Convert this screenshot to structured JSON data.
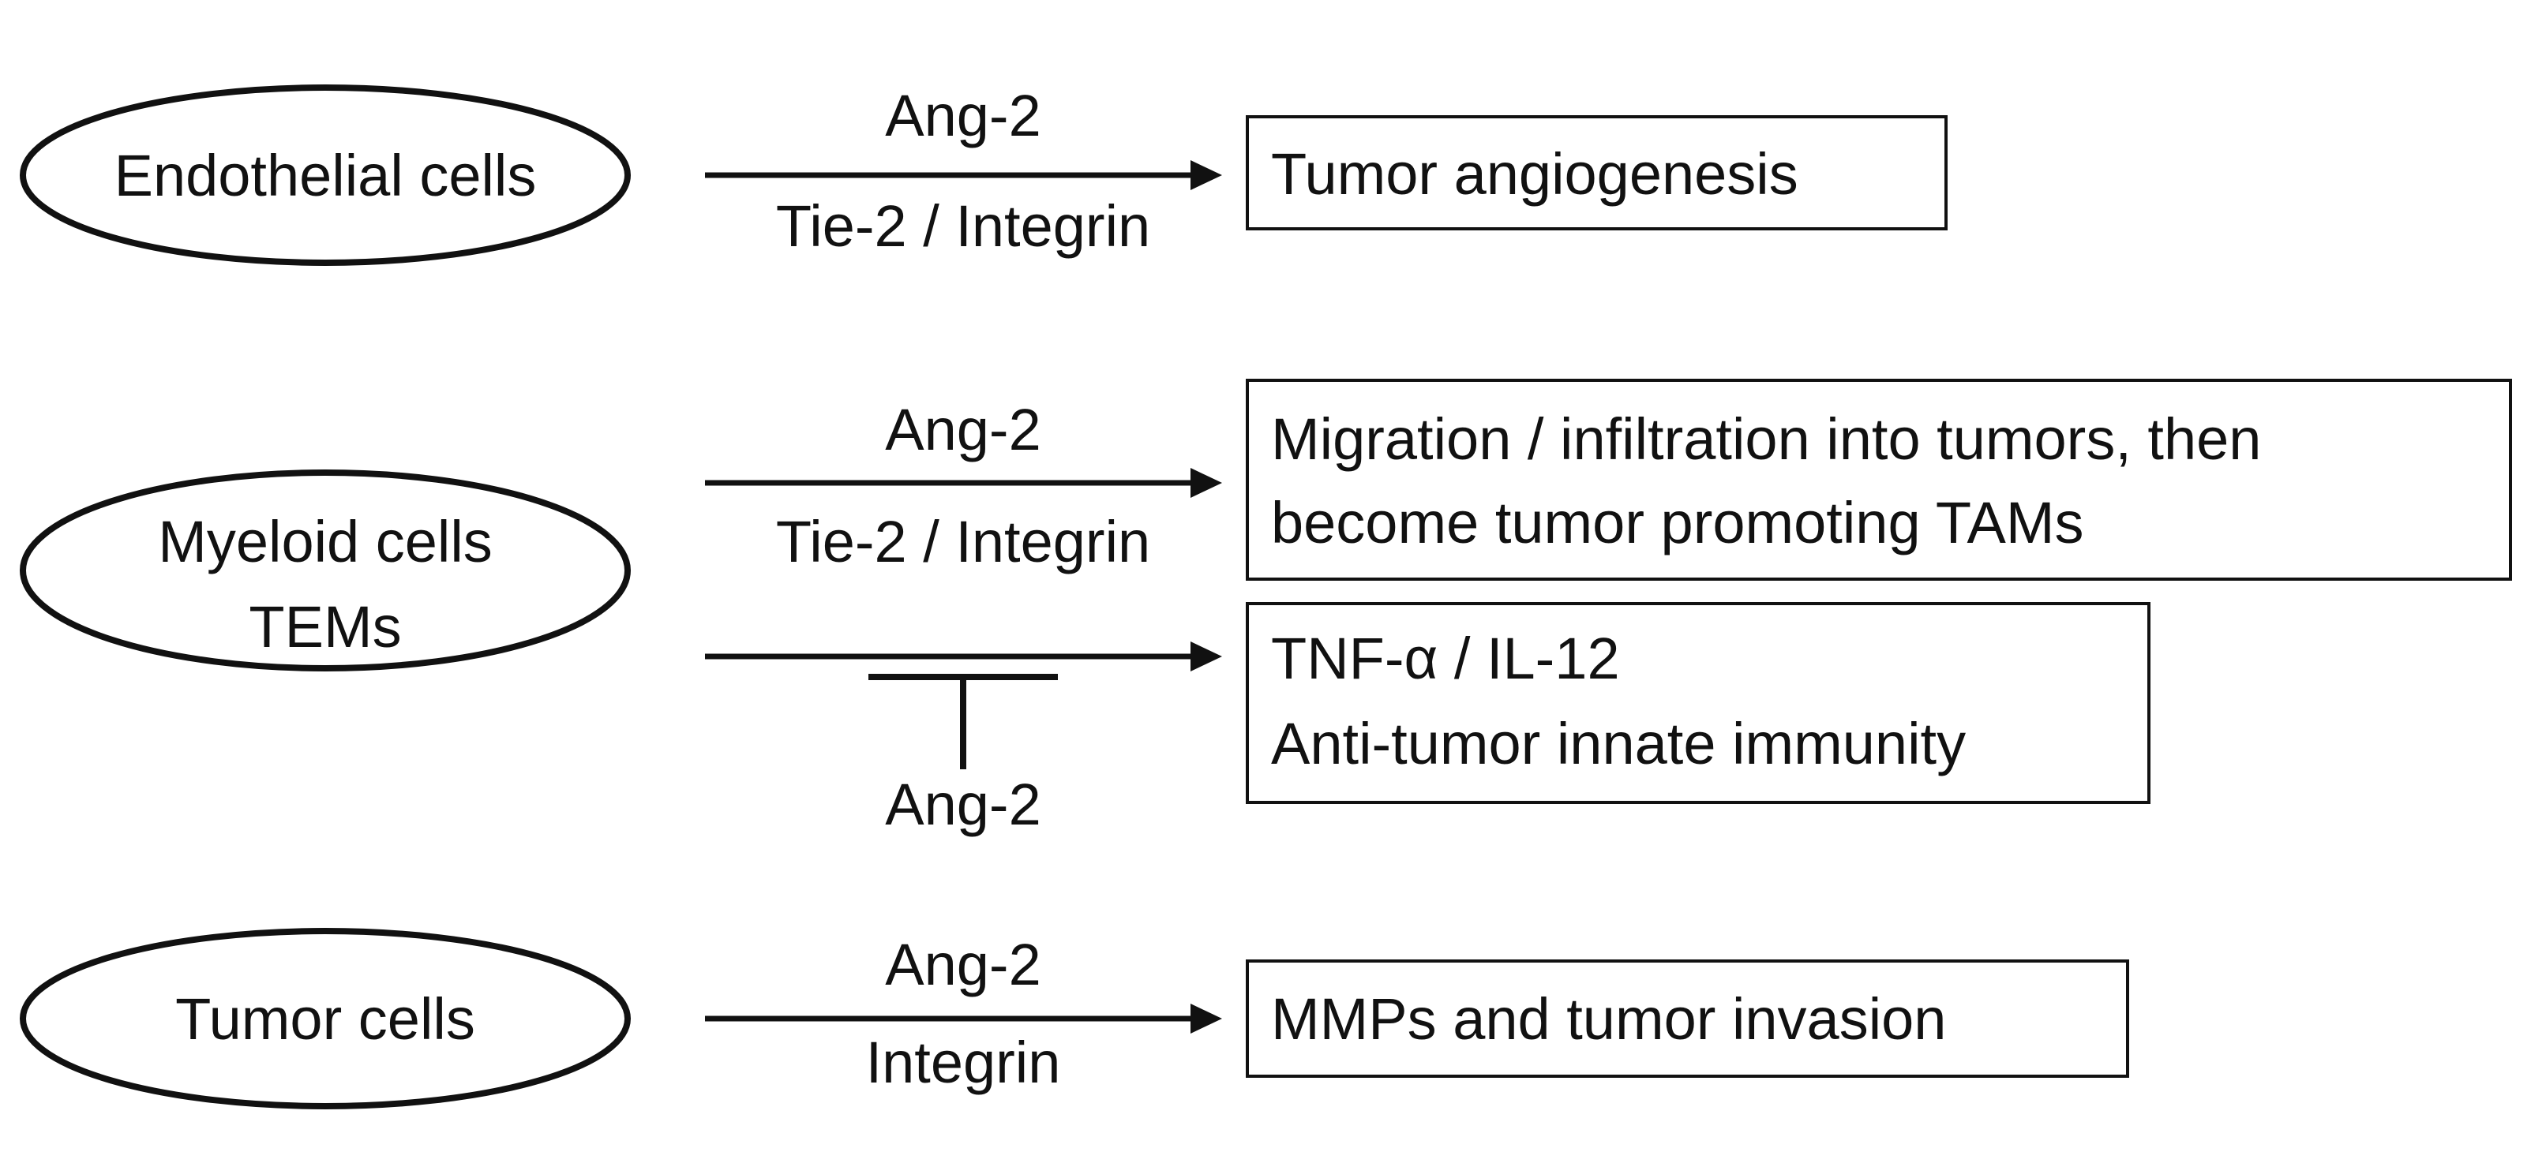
{
  "cells": {
    "endothelial": "Endothelial cells",
    "myeloid_line1": "Myeloid cells",
    "myeloid_line2": "TEMs",
    "tumor": "Tumor cells"
  },
  "arrows": {
    "endothelial": {
      "ligand": "Ang-2",
      "receptor": "Tie-2 / Integrin"
    },
    "myeloid": {
      "ligand": "Ang-2",
      "receptor": "Tie-2 / Integrin"
    },
    "myeloid_inhibition": {
      "inhibitor": "Ang-2"
    },
    "tumor": {
      "ligand": "Ang-2",
      "receptor": "Integrin"
    }
  },
  "outcomes": {
    "angiogenesis": "Tumor angiogenesis",
    "migration_line1": "Migration / infiltration into tumors, then",
    "migration_line2": "become tumor promoting TAMs",
    "immunity_line1": "TNF-α / IL-12",
    "immunity_line2": "Anti-tumor innate immunity",
    "invasion": "MMPs and tumor invasion"
  }
}
